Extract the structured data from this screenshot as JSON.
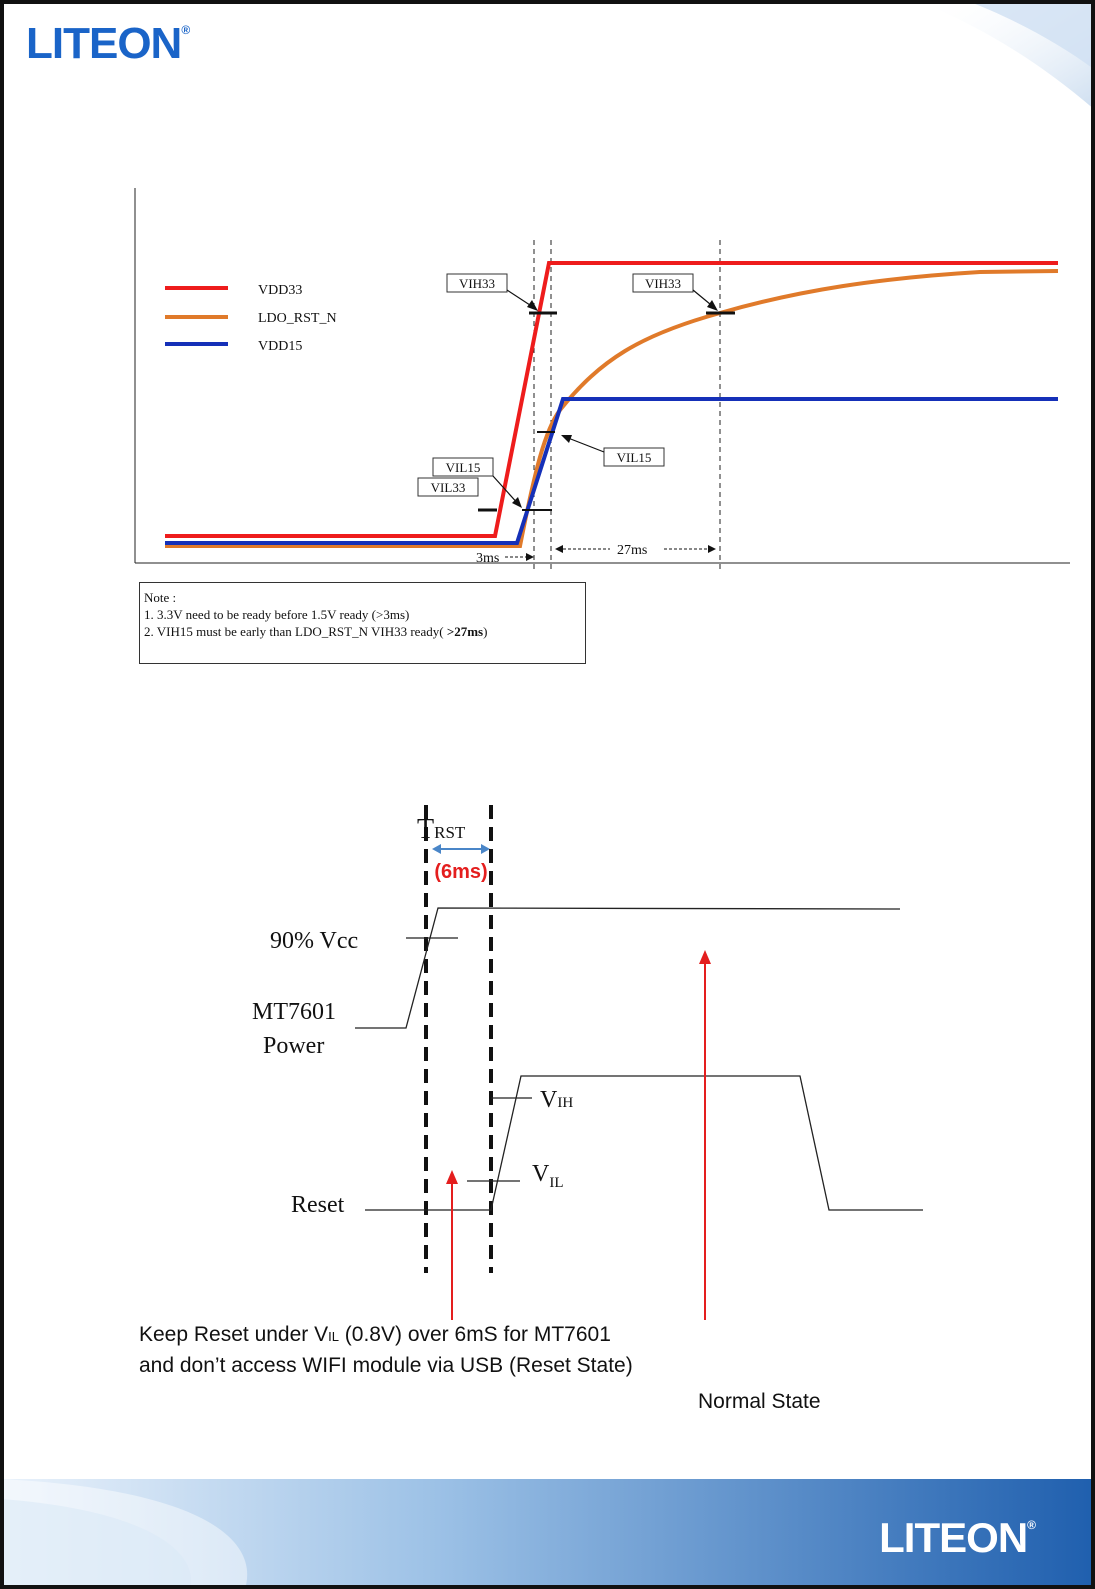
{
  "brand": {
    "logo_text": "LITEON",
    "registered_mark": "®"
  },
  "timing_diagram_1": {
    "legend": [
      {
        "label": "VDD33",
        "color": "#ee1c1c"
      },
      {
        "label": "LDO_RST_N",
        "color": "#e07a2a"
      },
      {
        "label": "VDD15",
        "color": "#1530b8"
      }
    ],
    "callouts": {
      "vih33_left": "VIH33",
      "vih33_right": "VIH33",
      "vil15_left": "VIL15",
      "vil15_right": "VIL15",
      "vil33": "VIL33"
    },
    "intervals": {
      "interval_3ms": "3ms",
      "interval_27ms": "27ms"
    },
    "note": {
      "title": "Note :",
      "line1": "1. 3.3V need to be ready before 1.5V ready (>3ms)",
      "line2_prefix": "2. VIH15 must be early than LDO_RST_N VIH33 ready( ",
      "line2_value": ">27ms",
      "line2_suffix": ")"
    }
  },
  "timing_diagram_2": {
    "t_rst_main": "T",
    "t_rst_sub": "RST",
    "t_rst_value": "(6ms)",
    "t_rst_value_color": "#e41e1e",
    "vcc_label": "90% Vcc",
    "power_label_1": "MT7601",
    "power_label_2": "Power",
    "vih_main": "V",
    "vih_sub": "IH",
    "vil_main": "V",
    "vil_sub": "IL",
    "reset_label": "Reset",
    "arrow_color": "#e41e1e"
  },
  "captions": {
    "keep_reset_line1_a": "Keep Reset under V",
    "keep_reset_line1_sub": "IL",
    "keep_reset_line1_b": " (0.8V) over 6mS for MT7601",
    "keep_reset_line2": "and don’t access WIFI module via USB (Reset State)",
    "normal_state": "Normal State"
  }
}
